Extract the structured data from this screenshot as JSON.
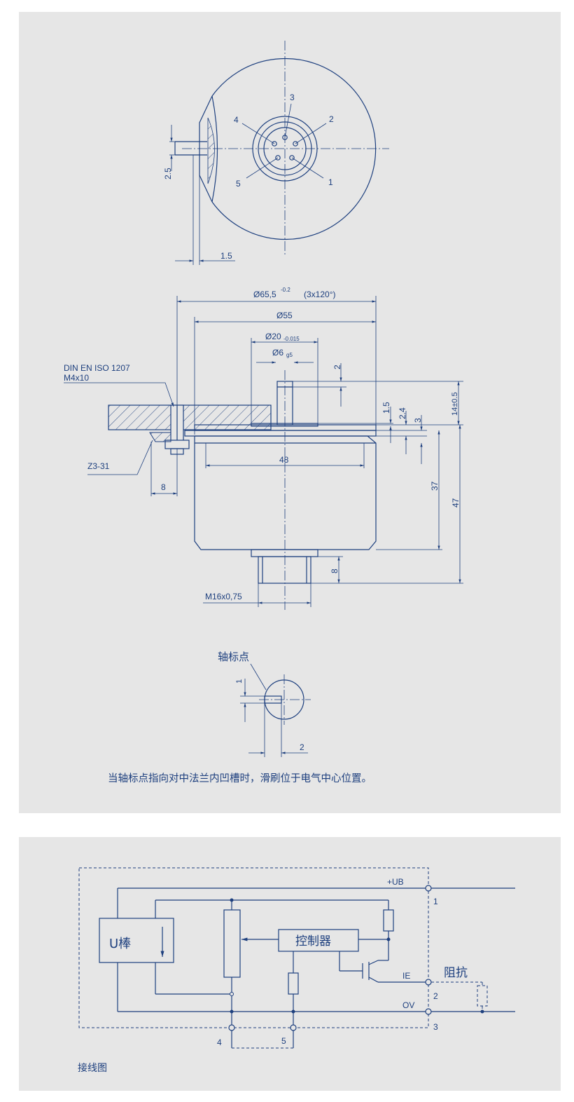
{
  "drawing": {
    "front_view": {
      "pins": [
        "3",
        "2",
        "4",
        "5",
        "1"
      ],
      "dim_2_5": "2.5",
      "dim_1_5": "1.5"
    },
    "side_view": {
      "dim_outer_diameter": "Ø65,5",
      "dim_outer_tol": "-0.2",
      "dim_outer_note": "(3x120°)",
      "dim_55": "Ø55",
      "dim_20": "Ø20",
      "dim_20_tol": "-0.015",
      "dim_6": "Ø6",
      "dim_6_tol": "g5",
      "screw_std": "DIN EN ISO 1207",
      "screw_size": "M4x10",
      "clamp_label": "Z3-31",
      "dim_8_left": "8",
      "dim_48": "48",
      "dim_2_top": "2",
      "dim_1_5": "1.5",
      "dim_2_4": "2.4",
      "dim_3": "3",
      "dim_14": "14±0.5",
      "dim_37": "37",
      "dim_47": "47",
      "dim_8_right": "8",
      "thread": "M16x0,75"
    },
    "shaft_detail": {
      "label": "轴标点",
      "dim_1": "1",
      "dim_2": "2"
    },
    "note": "当轴标点指向对中法兰内凹槽时，滑刷位于电气中心位置。"
  },
  "wiring": {
    "sensor_label": "U棒",
    "controller_label": "控制器",
    "ub_label": "+UB",
    "ie_label": "IE",
    "ov_label": "OV",
    "impedance_label": "阻抗",
    "terminal_1": "1",
    "terminal_2": "2",
    "terminal_3": "3",
    "terminal_4": "4",
    "terminal_5": "5",
    "caption": "接线图"
  },
  "colors": {
    "line": "#1d3f7e",
    "panel": "#e6e6e6"
  }
}
